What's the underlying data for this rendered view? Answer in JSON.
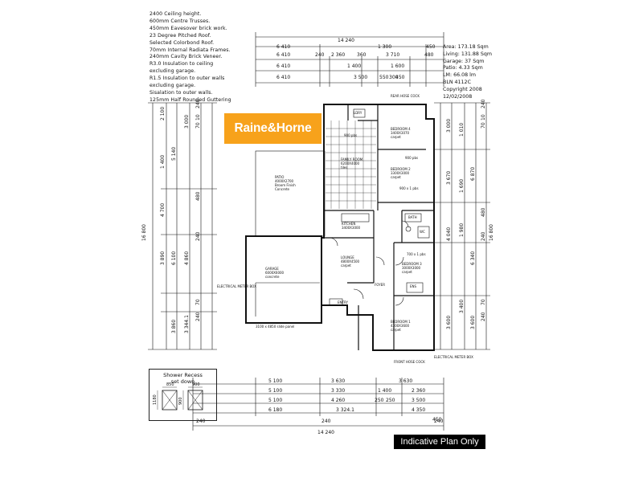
{
  "spec_notes": [
    "2400 Ceiling height.",
    "600mm Centre Trusses.",
    "450mm Eavesover brick work.",
    "23 Degree Pitched Roof.",
    "Selected Colorbond Roof.",
    "70mm Internal Radiata Frames.",
    "240mm Cavity Brick Veneer.",
    "R3.0 Insulation to ceiling",
    "excluding garage.",
    "R1.5 Insulation to outer walls",
    "excluding garage.",
    "Sisalation to outer walls.",
    "125mm Half Rounded Guttering"
  ],
  "area_stats": [
    "Area: 173.18 Sqm",
    "Living: 131.88 Sqm",
    "Garage: 37 Sqm",
    "Patio: 4.33 Sqm",
    "LM: 66.08 lm",
    "BLN 4112C",
    "Copyright 2008",
    "12/02/2008"
  ],
  "brand": {
    "name": "Raine&Horne",
    "color": "#f7a21b"
  },
  "badge": "Indicative Plan Only",
  "shower": {
    "title": [
      "Shower Recess",
      "set down"
    ],
    "dims": [
      "850",
      "900",
      "1180",
      "900"
    ]
  },
  "rooms": {
    "garage": [
      "GARAGE",
      "6000X6000",
      "concrete"
    ],
    "lounge": [
      "LOUNGE",
      "4800X4500",
      "carpet"
    ],
    "family": [
      "FAMILY ROOM",
      "6200X4000",
      "tiles"
    ],
    "kitchen": [
      "KITCHEN",
      "3400X3000"
    ],
    "bed2": [
      "BEDROOM 2",
      "3300X3000",
      "carpet"
    ],
    "bed3": [
      "BEDROOM 3",
      "3000X3000",
      "carpet"
    ],
    "bed4": [
      "BEDROOM 4",
      "3400X3070",
      "carpet"
    ],
    "bed1": [
      "BEDROOM 1",
      "4300X3600",
      "carpet"
    ],
    "patio": [
      "PATIO",
      "4000X2700",
      "Broom Finish",
      "Concrete"
    ],
    "bath": "BATH",
    "ens": "ENS",
    "ldry": "LDRY",
    "wc": "WC",
    "foyer": "FOYER",
    "entry": "ENTRY"
  },
  "annotations": {
    "garage_door": "3100 x 4850 slide panel",
    "elec_left": "ELECTRICAL METER BOX",
    "elec_right": "ELECTRICAL METER BOX",
    "rear_hose": "REAR HOSE COCK",
    "front_hose": "FRONT HOSE COCK",
    "win1": "900 pbs",
    "win2": "900 pbs",
    "win3": "900 x 1 pbs",
    "win4": "700 x 1 pbs"
  },
  "dims": {
    "overall_width": "14 240",
    "overall_depth": "16 800",
    "top_rows": [
      [
        "6 410",
        "1 300",
        "450"
      ],
      [
        "6 410",
        "240",
        "2 360",
        "360",
        "3 710",
        "480"
      ],
      [
        "6 410",
        "1 400",
        "1 600"
      ],
      [
        "6 410",
        "3 500",
        "550",
        "300",
        "450"
      ]
    ],
    "bottom_rows": [
      [
        "5 100",
        "3 630",
        "3 630"
      ],
      [
        "5 100",
        "3 330",
        "1 400",
        "2 360"
      ],
      [
        "5 100",
        "4 260",
        "250",
        "250",
        "3 500"
      ],
      [
        "6 180",
        "3 324.1",
        "4 350"
      ]
    ],
    "bottom_edge": [
      "240",
      "240",
      "240"
    ],
    "bottom_total": "14 240",
    "bottom_450": "450",
    "left_cols": [
      [
        "2 100",
        "1 400",
        "4 700",
        "3 890"
      ],
      [
        "5 140",
        "6 100",
        "3 860"
      ],
      [
        "3 000",
        "4 860",
        "3 344.1"
      ],
      [
        "240",
        "10",
        "70",
        "480",
        "240",
        "70",
        "240"
      ]
    ],
    "right_cols": [
      [
        "3 000",
        "3 670",
        "4 040",
        "3 600"
      ],
      [
        "1 010",
        "1 690",
        "1 980",
        "3 400"
      ],
      [
        "6 870",
        "6 340",
        "3 600"
      ],
      [
        "240",
        "10",
        "70",
        "480",
        "240",
        "70",
        "240"
      ]
    ]
  }
}
